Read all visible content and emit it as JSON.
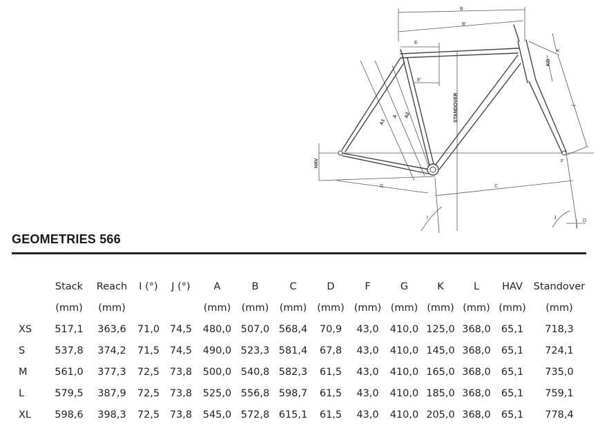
{
  "title": "GEOMETRIES 566",
  "diagram_labels": {
    "B": "B",
    "B_prime": "B'",
    "E": "E",
    "E_prime": "E'",
    "K": "K",
    "KO": "KO",
    "L": "L",
    "A1": "A1",
    "A": "A",
    "A2": "A2",
    "standover": "STANDOVER",
    "HAV": "HAV",
    "G": "G",
    "C": "C",
    "I": "I",
    "J": "J",
    "D": "D",
    "F": "F"
  },
  "table": {
    "headers": [
      "",
      "Stack",
      "Reach",
      "I (°)",
      "J (°)",
      "A",
      "B",
      "C",
      "D",
      "F",
      "G",
      "K",
      "L",
      "HAV",
      "Standover"
    ],
    "units": [
      "",
      "(mm)",
      "(mm)",
      "",
      "",
      "(mm)",
      "(mm)",
      "(mm)",
      "(mm)",
      "(mm)",
      "(mm)",
      "(mm)",
      "(mm)",
      "(mm)",
      "(mm)"
    ],
    "rows": [
      [
        "XS",
        "517,1",
        "363,6",
        "71,0",
        "74,5",
        "480,0",
        "507,0",
        "568,4",
        "70,9",
        "43,0",
        "410,0",
        "125,0",
        "368,0",
        "65,1",
        "718,3"
      ],
      [
        "S",
        "537,8",
        "374,2",
        "71,5",
        "74,5",
        "490,0",
        "523,3",
        "581,4",
        "67,8",
        "43,0",
        "410,0",
        "145,0",
        "368,0",
        "65,1",
        "724,1"
      ],
      [
        "M",
        "561,0",
        "377,3",
        "72,5",
        "73,8",
        "500,0",
        "540,8",
        "582,3",
        "61,5",
        "43,0",
        "410,0",
        "165,0",
        "368,0",
        "65,1",
        "735,0"
      ],
      [
        "L",
        "579,5",
        "387,9",
        "72,5",
        "73,8",
        "525,0",
        "556,8",
        "598,7",
        "61,5",
        "43,0",
        "410,0",
        "185,0",
        "368,0",
        "65,1",
        "759,1"
      ],
      [
        "XL",
        "598,6",
        "398,3",
        "72,5",
        "73,8",
        "545,0",
        "572,8",
        "615,1",
        "61,5",
        "43,0",
        "410,0",
        "205,0",
        "368,0",
        "65,1",
        "778,4"
      ]
    ]
  }
}
